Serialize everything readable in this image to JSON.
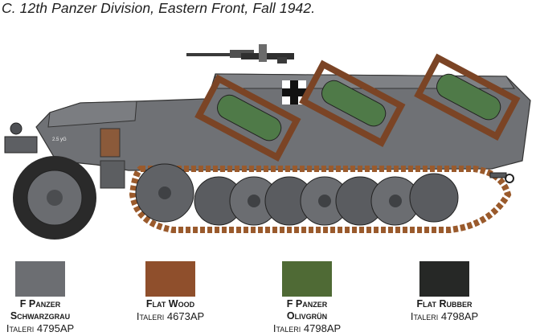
{
  "caption": "C. 12th Panzer Division, Eastern Front, Fall 1942.",
  "vehicle": {
    "plate_text": "2.5 yG"
  },
  "swatches": [
    {
      "color": "#6c6e72",
      "name_line1": "F Panzer",
      "name_line2": "Schwarzgrau",
      "code": "Italeri 4795AP"
    },
    {
      "color": "#8f4f2c",
      "name_line1": "Flat Wood",
      "name_line2": "",
      "code": "Italeri 4673AP"
    },
    {
      "color": "#4f6a35",
      "name_line1": "F Panzer",
      "name_line2": "Olivgrün",
      "code": "Italeri 4798AP"
    },
    {
      "color": "#262826",
      "name_line1": "Flat Rubber",
      "name_line2": "",
      "code": "Italeri 4798AP"
    }
  ]
}
